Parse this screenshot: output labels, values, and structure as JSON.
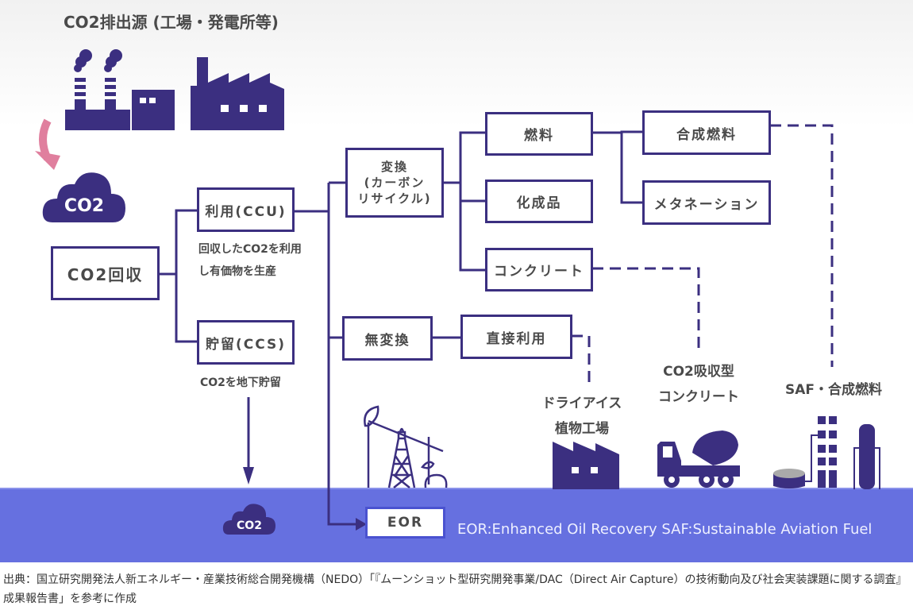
{
  "title": "CO2排出源 (工場・発電所等)",
  "capture_cloud_label": "CO2",
  "underground_cloud_label": "CO2",
  "boxes": {
    "capture": "CO2回収",
    "ccu": "利用(CCU)",
    "ccs": "貯留(CCS)",
    "conversion": "変換\n(カーボン\nリサイクル)",
    "conversion_line1": "変換",
    "conversion_line2": "(カーボン",
    "conversion_line3": "リサイクル)",
    "fuel": "燃料",
    "chemicals": "化成品",
    "concrete": "コンクリート",
    "synthetic_fuel": "合成燃料",
    "methanation": "メタネーション",
    "no_conversion": "無変換",
    "direct_use": "直接利用",
    "eor": "EOR"
  },
  "notes": {
    "ccu_line1": "回収したCO2を利用",
    "ccu_line2": "し有価物を生産",
    "ccs": "CO2を地下貯留"
  },
  "applications": {
    "dry_ice_line1": "ドライアイス",
    "dry_ice_line2": "植物工場",
    "co2_concrete_line1": "CO2吸収型",
    "co2_concrete_line2": "コンクリート",
    "saf": "SAF・合成燃料"
  },
  "legend": "EOR:Enhanced Oil Recovery  SAF:Sustainable Aviation Fuel",
  "source_text": "出典：国立研究開発法人新エネルギー・産業技術総合開発機構（NEDO）「『ムーンショット型研究開発事業/DAC（Direct Air Capture）の技術動向及び社会実装課題に関する調査』成果報告書」を参考に作成",
  "colors": {
    "primary": "#3b2f80",
    "ground": "#6670e0",
    "arrow_pink": "#e07f9e",
    "text": "#4a4a4a"
  }
}
